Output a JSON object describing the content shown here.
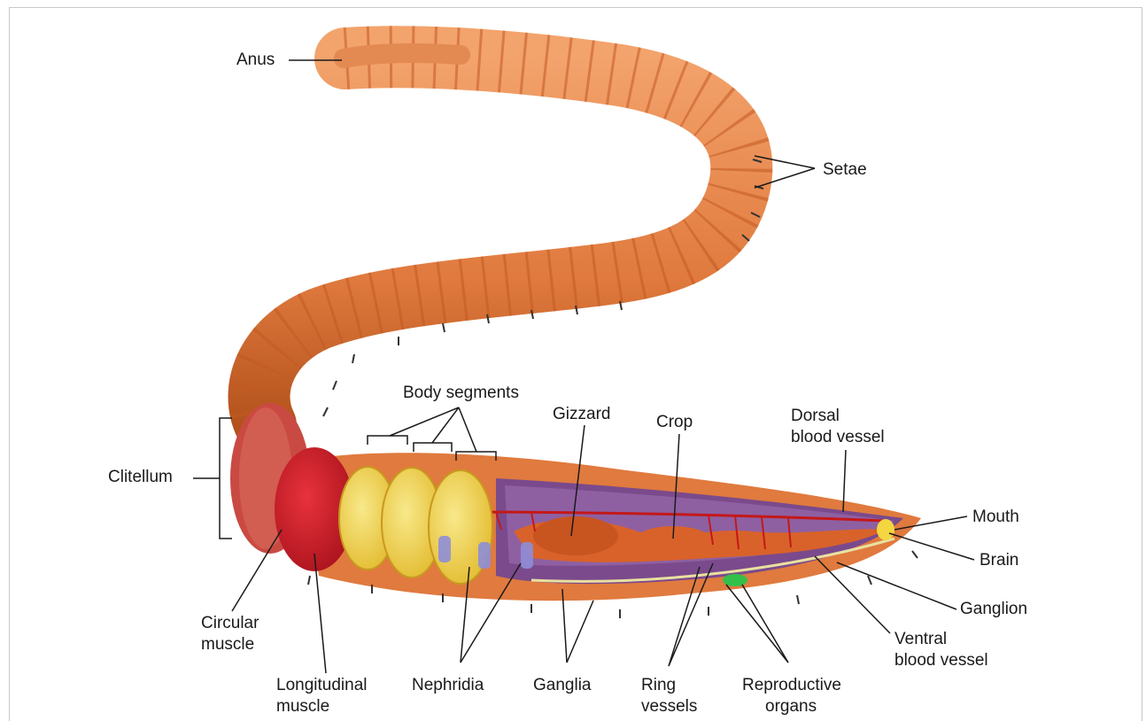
{
  "labels": {
    "anus": "Anus",
    "setae": "Setae",
    "body_segments": "Body segments",
    "gizzard": "Gizzard",
    "crop": "Crop",
    "dorsal_1": "Dorsal",
    "dorsal_2": "blood vessel",
    "clitellum": "Clitellum",
    "mouth": "Mouth",
    "brain": "Brain",
    "ganglion": "Ganglion",
    "ventral_1": "Ventral",
    "ventral_2": "blood vessel",
    "circular_1": "Circular",
    "circular_2": "muscle",
    "longitudinal_1": "Longitudinal",
    "longitudinal_2": "muscle",
    "nephridia": "Nephridia",
    "ganglia": "Ganglia",
    "ring_1": "Ring",
    "ring_2": "vessels",
    "repro_1": "Reproductive",
    "repro_2": "organs"
  },
  "colors": {
    "body": "#e07a3e",
    "body_dark": "#c25a22",
    "clitellum": "#c03838",
    "muscle": "#d41e2a",
    "septa": "#f0d24a",
    "cavity": "#7a4a8c",
    "gut": "#d9622a",
    "blood": "#c41818"
  }
}
